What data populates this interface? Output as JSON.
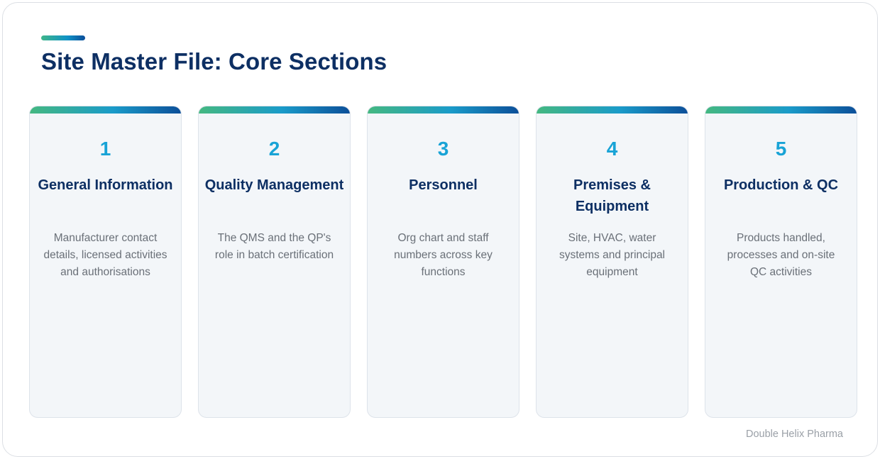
{
  "header": {
    "title": "Site Master File: Core Sections"
  },
  "sections": [
    {
      "number": "1",
      "title": "General Information",
      "description": "Manufacturer contact details, licensed activities and authorisations"
    },
    {
      "number": "2",
      "title": "Quality Management",
      "description": "The QMS and the QP's role in batch certification"
    },
    {
      "number": "3",
      "title": "Personnel",
      "description": "Org chart and staff numbers across key functions"
    },
    {
      "number": "4",
      "title": "Premises & Equipment",
      "description": "Site, HVAC, water systems and principal equipment"
    },
    {
      "number": "5",
      "title": "Production & QC",
      "description": "Products handled, processes and on-site QC activities"
    }
  ],
  "footer": {
    "brand": "Double Helix Pharma"
  },
  "colors": {
    "title": "#0d2f63",
    "number": "#18a3d6",
    "body_text": "#6a7078",
    "card_bg": "#f3f6f9",
    "gradient_start": "#44b881",
    "gradient_end": "#0c4f99"
  }
}
